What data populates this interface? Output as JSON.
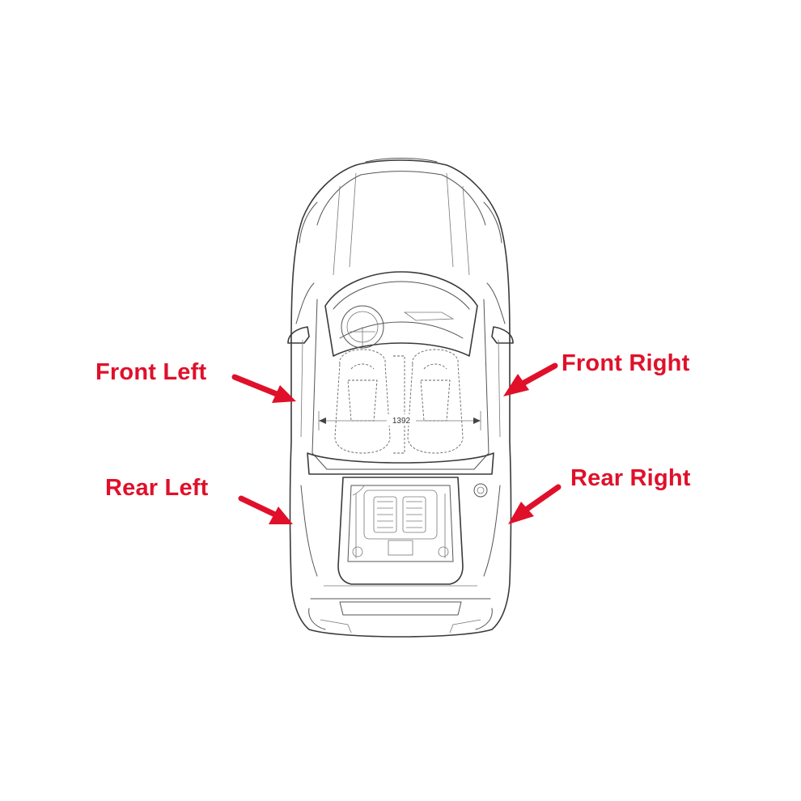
{
  "labels": {
    "front_left": "Front Left",
    "front_right": "Front Right",
    "rear_left": "Rear Left",
    "rear_right": "Rear Right"
  },
  "dimension": "1392",
  "colors": {
    "label": "#e0102a",
    "arrow": "#e0102a",
    "outline": "#3a3a3a",
    "background": "#ffffff"
  }
}
